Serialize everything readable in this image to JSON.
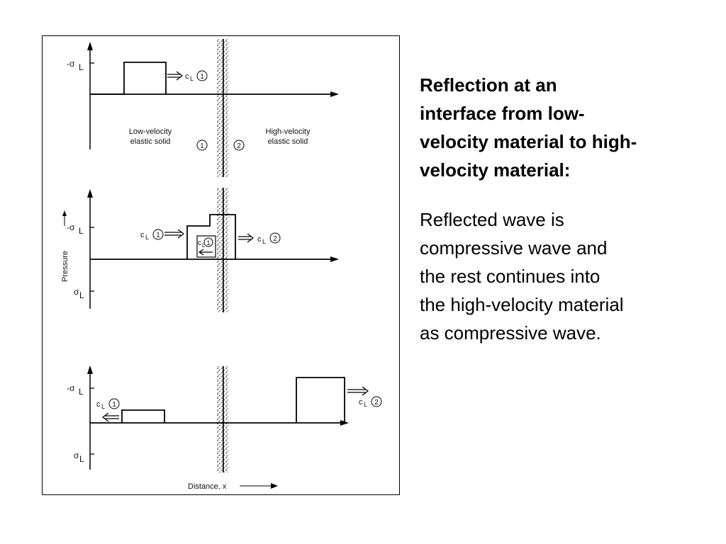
{
  "diagram": {
    "panel1": {
      "stress_label": "-σ",
      "stress_subscript": "L",
      "wave_speed": "c",
      "wave_speed_subscript": "L",
      "wave_marker": "1",
      "region_left": [
        "Low-velocity",
        "elastic solid"
      ],
      "region_right": [
        "High-velocity",
        "elastic solid"
      ],
      "interface_left": "1",
      "interface_right": "2"
    },
    "panel2": {
      "stress_label": "-σ",
      "stress_subscript": "L",
      "tension_label": "σ",
      "tension_subscript": "L",
      "axis_label": "Pressure",
      "incident_speed": "c",
      "incident_subscript": "L",
      "incident_marker": "1",
      "reflected_speed": "c",
      "reflected_subscript": "L",
      "reflected_marker": "1",
      "transmitted_speed": "c",
      "transmitted_subscript": "L",
      "transmitted_marker": "2"
    },
    "panel3": {
      "stress_label": "-σ",
      "stress_subscript": "L",
      "tension_label": "σ",
      "tension_subscript": "L",
      "reflected_speed": "c",
      "reflected_subscript": "L",
      "reflected_marker": "1",
      "transmitted_speed": "c",
      "transmitted_subscript": "L",
      "transmitted_marker": "2",
      "x_label": "Distance, x"
    }
  },
  "text": {
    "title": "Reflection at an\ninterface from low-\nvelocity material to high-\nvelocity material:",
    "body": "Reflected wave is\ncompressive wave and\nthe rest continues into\nthe high-velocity material\nas compressive wave."
  }
}
